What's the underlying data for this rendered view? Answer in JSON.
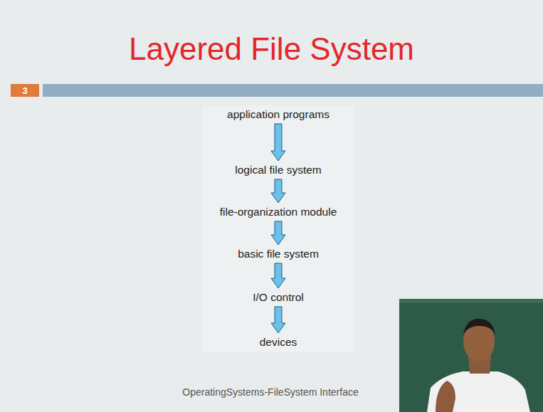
{
  "diagram": {
    "title": "Layered File System",
    "nodes": [
      {
        "text": [
          "application programs"
        ]
      },
      {
        "text": [
          "logical file system"
        ]
      },
      {
        "text": [
          "file-organization module"
        ]
      },
      {
        "text": [
          "basic file system"
        ]
      },
      {
        "text": [
          "I/O control"
        ]
      },
      {
        "text": [
          "devices"
        ]
      }
    ],
    "edges": [
      {
        "from": 0,
        "to": 1,
        "arrow": "to"
      },
      {
        "from": 1,
        "to": 2,
        "arrow": "to"
      },
      {
        "from": 2,
        "to": 3,
        "arrow": "to"
      },
      {
        "from": 3,
        "to": 4,
        "arrow": "to"
      },
      {
        "from": 4,
        "to": 5,
        "arrow": "to"
      }
    ],
    "labels": [
      "3",
      "OperatingSystems-FileSystem Interface"
    ]
  }
}
